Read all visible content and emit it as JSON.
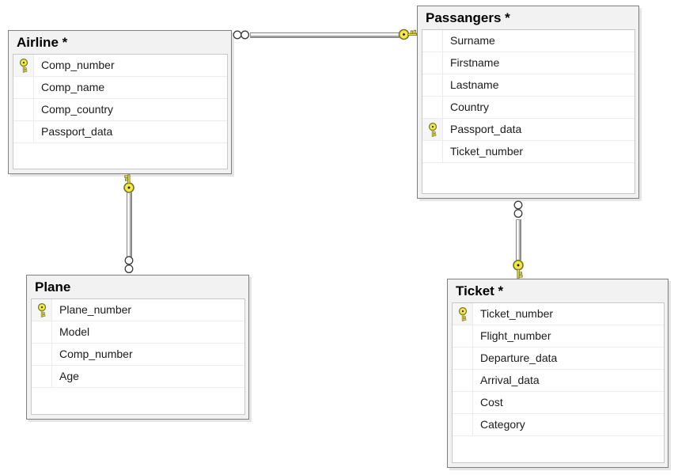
{
  "tables": [
    {
      "id": "airline",
      "title": "Airline *",
      "fields": [
        {
          "name": "Comp_number",
          "pk": true
        },
        {
          "name": "Comp_name",
          "pk": false
        },
        {
          "name": "Comp_country",
          "pk": false
        },
        {
          "name": "Passport_data",
          "pk": false
        }
      ]
    },
    {
      "id": "passangers",
      "title": "Passangers *",
      "fields": [
        {
          "name": "Surname",
          "pk": false
        },
        {
          "name": "Firstname",
          "pk": false
        },
        {
          "name": "Lastname",
          "pk": false
        },
        {
          "name": "Country",
          "pk": false
        },
        {
          "name": "Passport_data",
          "pk": true
        },
        {
          "name": "Ticket_number",
          "pk": false
        }
      ]
    },
    {
      "id": "plane",
      "title": "Plane",
      "fields": [
        {
          "name": "Plane_number",
          "pk": true
        },
        {
          "name": "Model",
          "pk": false
        },
        {
          "name": "Comp_number",
          "pk": false
        },
        {
          "name": "Age",
          "pk": false
        }
      ]
    },
    {
      "id": "ticket",
      "title": "Ticket *",
      "fields": [
        {
          "name": "Ticket_number",
          "pk": true
        },
        {
          "name": "Flight_number",
          "pk": false
        },
        {
          "name": "Departure_data",
          "pk": false
        },
        {
          "name": "Arrival_data",
          "pk": false
        },
        {
          "name": "Cost",
          "pk": false
        },
        {
          "name": "Category",
          "pk": false
        }
      ]
    }
  ],
  "relationships": [
    {
      "one_side": "Passangers",
      "many_side": "Airline",
      "one_icon": "key-icon",
      "many_icon": "infinity-icon",
      "orientation": "horizontal"
    },
    {
      "one_side": "Airline",
      "many_side": "Plane",
      "one_icon": "key-icon",
      "many_icon": "infinity-icon",
      "orientation": "vertical"
    },
    {
      "one_side": "Ticket",
      "many_side": "Passangers",
      "one_icon": "key-icon",
      "many_icon": "infinity-icon",
      "orientation": "vertical"
    }
  ],
  "colors": {
    "canvas_bg": "#ffffff",
    "table_bg": "#f2f2f2",
    "table_border": "#7f7f7f",
    "grid_bg": "#ffffff",
    "grid_border": "#c8c8c8",
    "row_divider": "#ececec",
    "title_text": "#000000",
    "field_text": "#1b1b1b",
    "key_yellow": "#f2ea49",
    "key_outline": "#75752a",
    "connector_dark": "#8a8a8a",
    "connector_light": "#fafafa"
  }
}
